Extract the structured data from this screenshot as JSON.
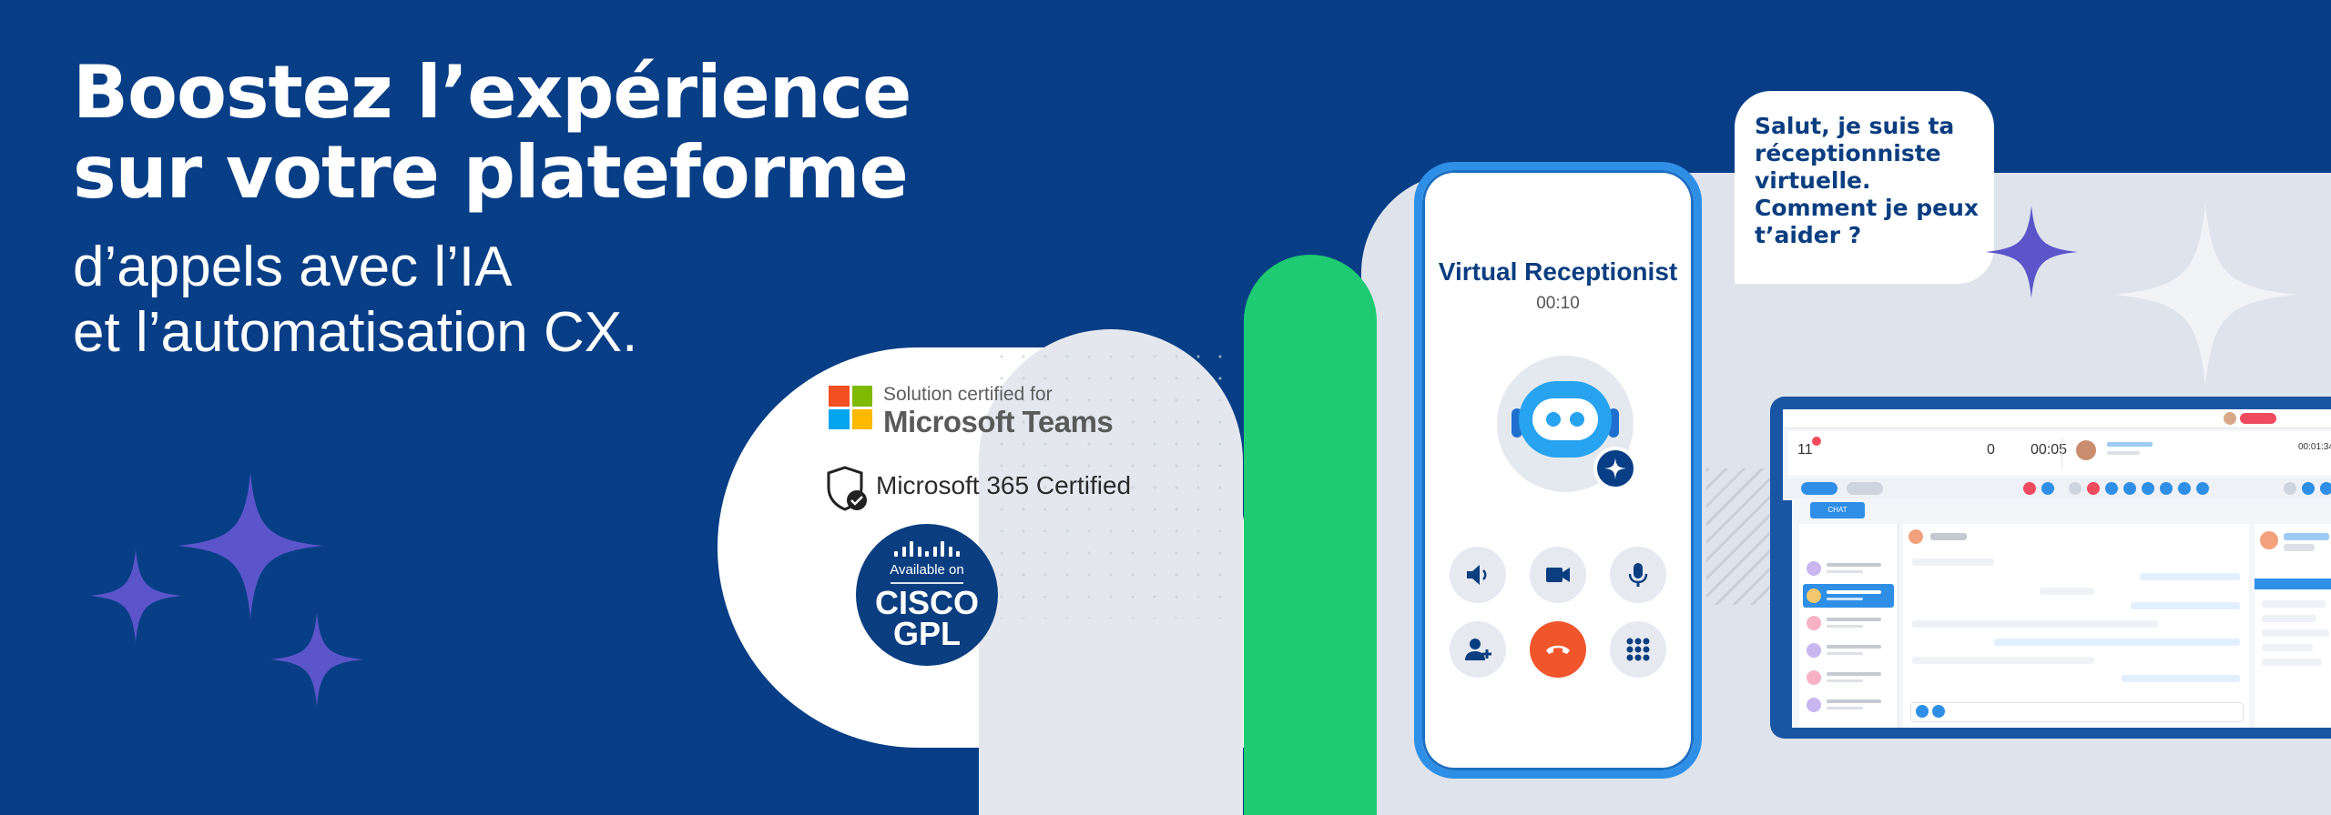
{
  "headline": {
    "line1": "Boostez l’expérience",
    "line2": "sur votre plateforme",
    "line3": "d’appels avec l’IA",
    "line4": "et l’automatisation CX."
  },
  "certifications": {
    "teams_small": "Solution certified for",
    "teams_big": "Microsoft Teams",
    "m365": "Microsoft 365 Certified",
    "cisco_available": "Available on",
    "cisco_name_1": "CISCO",
    "cisco_name_2": "GPL"
  },
  "phone": {
    "title": "Virtual Receptionist",
    "timer": "00:10",
    "controls": [
      "speaker-icon",
      "video-icon",
      "microphone-icon",
      "add-user-icon",
      "hang-up-icon",
      "keypad-icon"
    ]
  },
  "bubble": {
    "line1": "Salut, je suis ta",
    "line2": "réceptionniste",
    "line3": "virtuelle.",
    "line4": "Comment je peux",
    "line5": "t’aider ?"
  },
  "laptop": {
    "stat_count": "11",
    "stat_zero": "0",
    "stat_time": "00:05",
    "stat_time2": "00:01:34",
    "chat_tab": "CHAT"
  },
  "colors": {
    "background": "#073e86",
    "accent_green": "#1ecb72",
    "phone_blue": "#2f8fe6",
    "hang_up": "#f0552c",
    "sparkle_purple": "#5b55c9"
  }
}
